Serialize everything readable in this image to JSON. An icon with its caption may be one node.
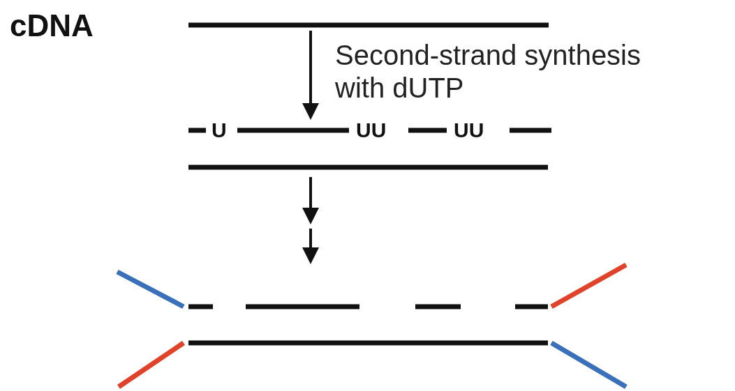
{
  "diagram": {
    "nodes": [
      {
        "text": [],
        "shape": "bar",
        "beside": [
          "cDNA"
        ]
      },
      {
        "text": [
          "U",
          "UU",
          "UU"
        ]
      },
      {
        "text": [],
        "shape": "bar"
      }
    ],
    "edges": [
      {
        "from": 0,
        "to": 1,
        "arrow": "to",
        "label": "Second-strand synthesis with dUTP"
      },
      {
        "from": 1,
        "to": null,
        "arrow": "to"
      },
      {
        "from": null,
        "to": 2,
        "arrow": "to"
      }
    ]
  }
}
